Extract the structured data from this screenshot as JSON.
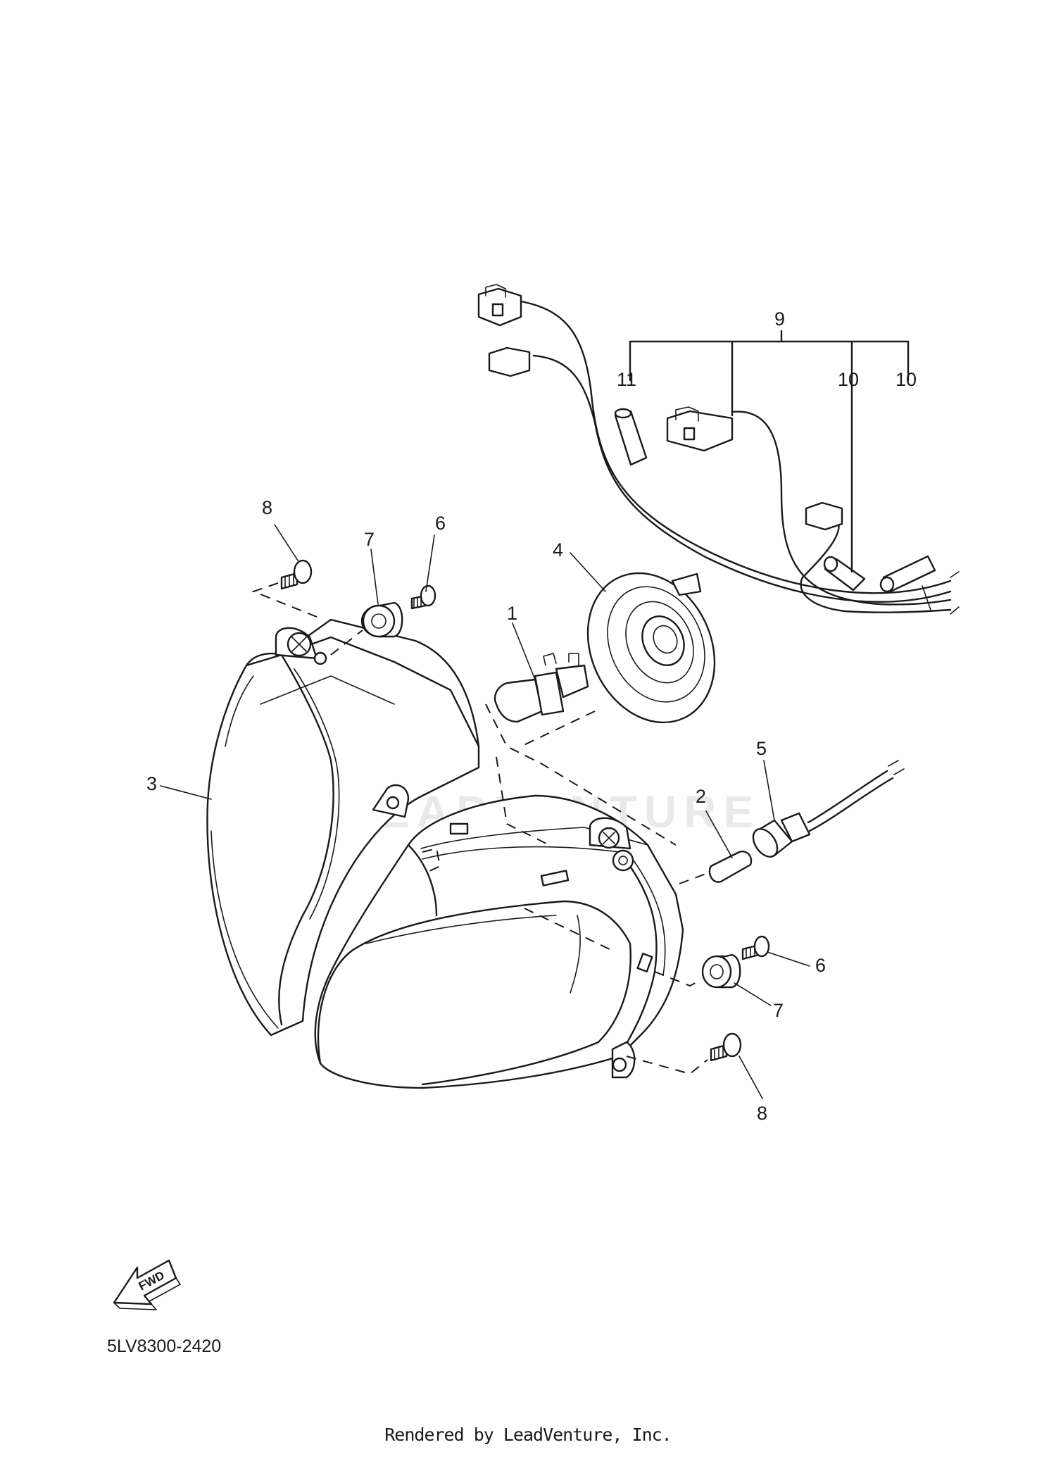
{
  "watermark": "LEADVENTURE",
  "fwd_label": "FWD",
  "part_number": "5LV8300-2420",
  "credit": "Rendered by LeadVenture, Inc.",
  "callouts": {
    "c1": "1",
    "c2": "2",
    "c3": "3",
    "c4": "4",
    "c5": "5",
    "c6a": "6",
    "c6b": "6",
    "c7a": "7",
    "c7b": "7",
    "c8a": "8",
    "c8b": "8",
    "c9": "9",
    "c10a": "10",
    "c10b": "10",
    "c11": "11"
  }
}
